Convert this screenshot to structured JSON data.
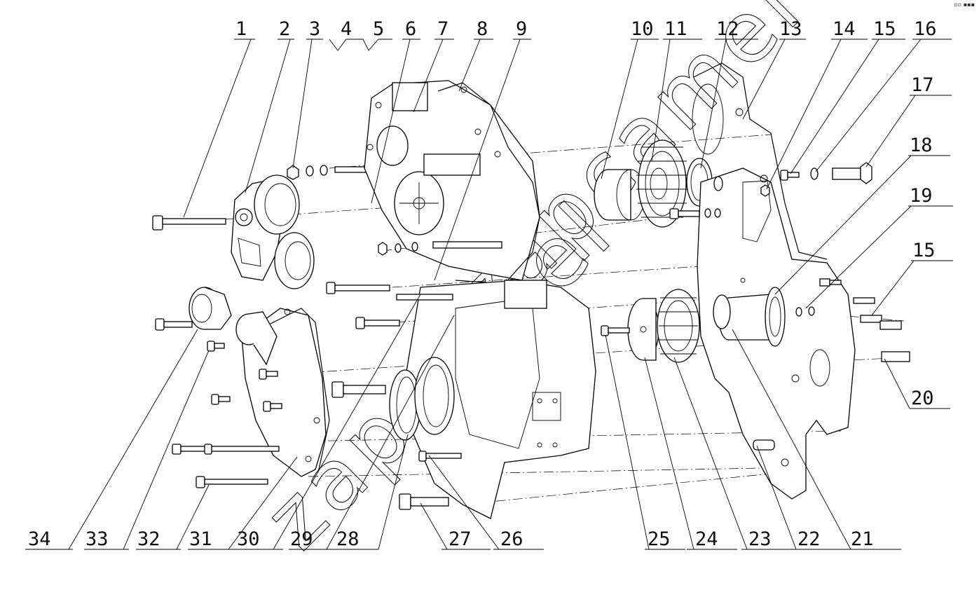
{
  "diagram": {
    "part_numbers": [
      "1",
      "2",
      "3",
      "4",
      "5",
      "6",
      "7",
      "8",
      "9",
      "10",
      "11",
      "12",
      "13",
      "14",
      "15",
      "16",
      "17",
      "18",
      "19",
      "15",
      "20",
      "21",
      "22",
      "23",
      "24",
      "25",
      "26",
      "27",
      "28",
      "29",
      "30",
      "31",
      "32",
      "33",
      "34"
    ],
    "watermark": "zapcamel",
    "corner_mark": "▫▫ ▪▪▪"
  }
}
